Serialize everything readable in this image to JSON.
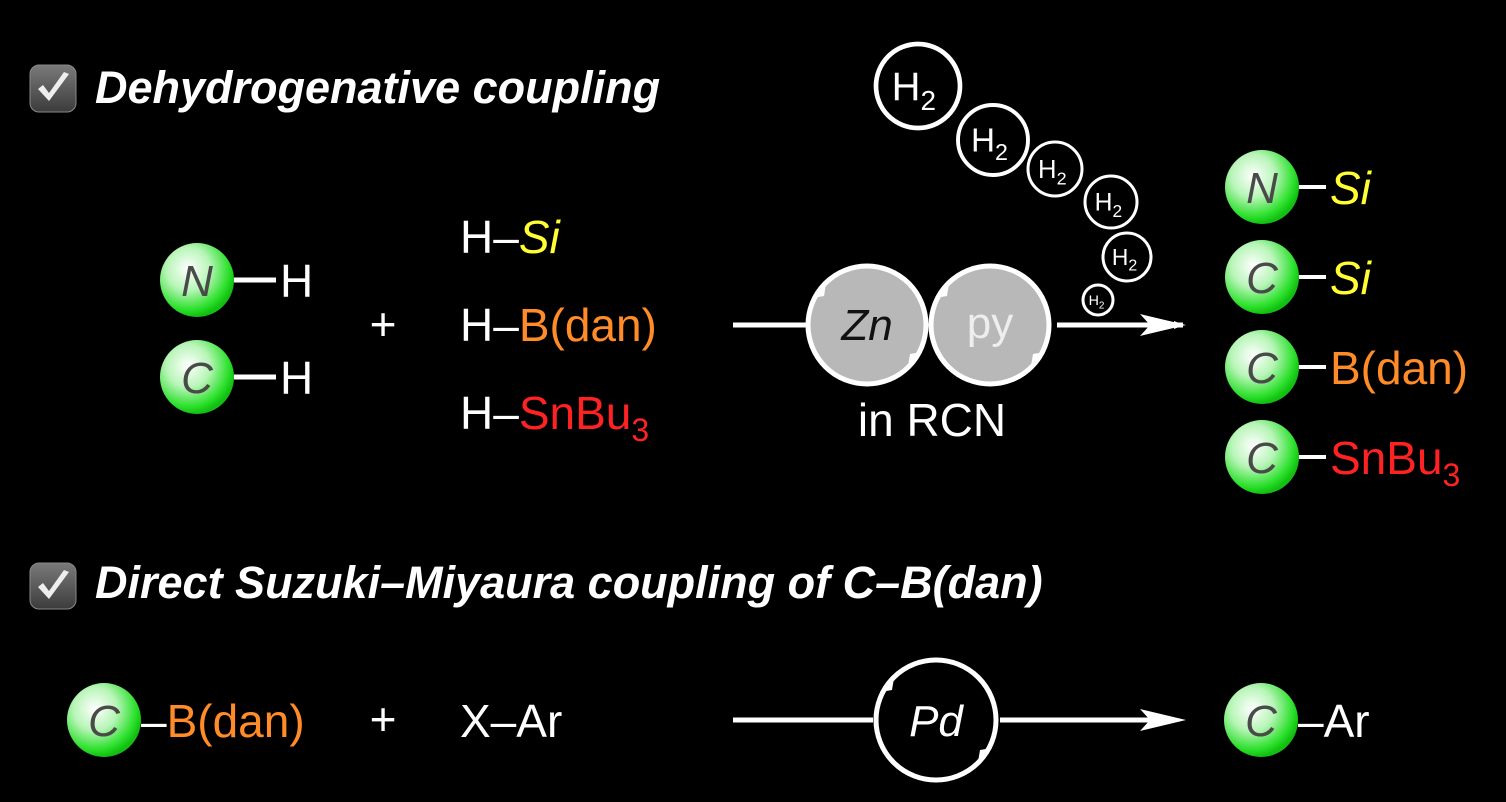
{
  "colors": {
    "background": "#000000",
    "silicon": "#ffff33",
    "boron": "#ff8c28",
    "tin": "#ff2222",
    "atom_ball": "#22dd22",
    "catalyst_fill": "#b8b8b8"
  },
  "section1": {
    "title": "Dehydrogenative coupling",
    "checkbox_icon": "checkmark-icon",
    "substrates": [
      {
        "atom": "N",
        "bond": "H"
      },
      {
        "atom": "C",
        "bond": "H"
      }
    ],
    "plus": "+",
    "reagents": [
      {
        "h": "H–",
        "group": "Si"
      },
      {
        "h": "H–",
        "group": "B(dan)"
      },
      {
        "h": "H–",
        "group": "SnBu",
        "sub": "3"
      }
    ],
    "catalyst": {
      "metal": "Zn",
      "ligand": "py",
      "solvent": "in RCN"
    },
    "byproduct": {
      "label": "H",
      "sub": "2"
    },
    "products": [
      {
        "atom": "N",
        "bond": "–",
        "group": "Si"
      },
      {
        "atom": "C",
        "bond": "–",
        "group": "Si"
      },
      {
        "atom": "C",
        "bond": "–",
        "group": "B(dan)"
      },
      {
        "atom": "C",
        "bond": "–",
        "group": "SnBu",
        "sub": "3"
      }
    ]
  },
  "section2": {
    "title": "Direct Suzuki–Miyaura coupling of C–B(dan)",
    "checkbox_icon": "checkmark-icon",
    "substrate": {
      "atom": "C",
      "bond": "–",
      "group": "B(dan)"
    },
    "plus": "+",
    "partner": "X–Ar",
    "catalyst": "Pd",
    "product": {
      "atom": "C",
      "group": "–Ar"
    }
  }
}
